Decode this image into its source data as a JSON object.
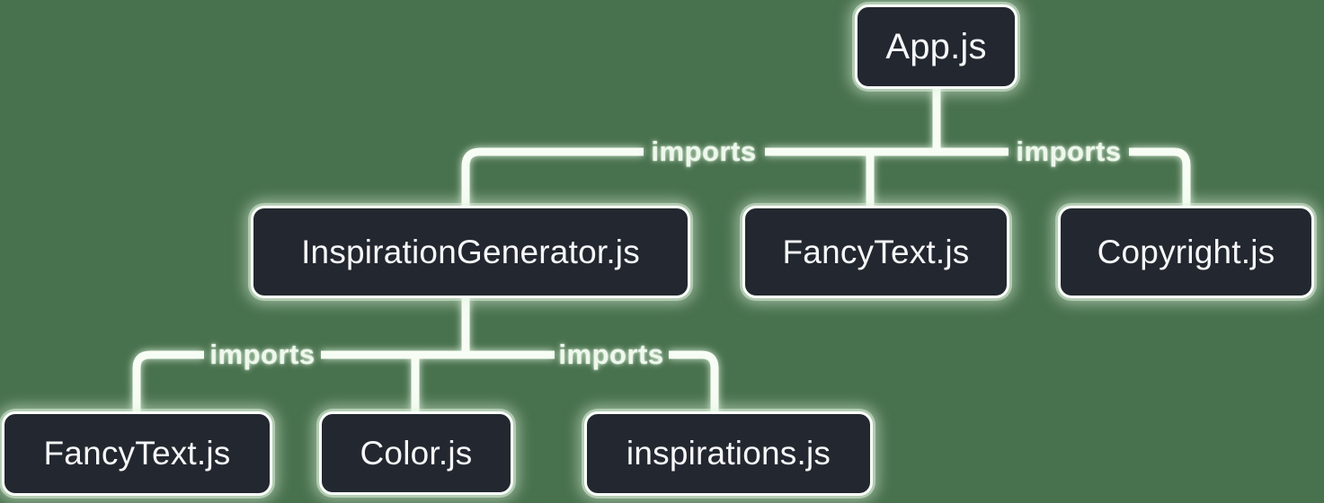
{
  "diagram": {
    "type": "module-dependency-tree",
    "import_label": "imports",
    "colors": {
      "background": "#48714d",
      "node_fill": "#23272f",
      "node_border": "#fbfffb",
      "node_text": "#f6f7f9",
      "connector_line": "#f7fdf5",
      "connector_glow": "#e0f3dd"
    },
    "nodes": {
      "root": {
        "label": "App.js"
      },
      "level2": [
        {
          "label": "InspirationGenerator.js"
        },
        {
          "label": "FancyText.js"
        },
        {
          "label": "Copyright.js"
        }
      ],
      "level3": [
        {
          "label": "FancyText.js"
        },
        {
          "label": "Color.js"
        },
        {
          "label": "inspirations.js"
        }
      ]
    },
    "edges": [
      {
        "from": "App.js",
        "to": "InspirationGenerator.js",
        "label": "imports"
      },
      {
        "from": "App.js",
        "to": "FancyText.js",
        "label": "imports"
      },
      {
        "from": "App.js",
        "to": "Copyright.js",
        "label": "imports"
      },
      {
        "from": "InspirationGenerator.js",
        "to": "FancyText.js",
        "label": "imports"
      },
      {
        "from": "InspirationGenerator.js",
        "to": "Color.js",
        "label": "imports"
      },
      {
        "from": "InspirationGenerator.js",
        "to": "inspirations.js",
        "label": "imports"
      }
    ]
  }
}
